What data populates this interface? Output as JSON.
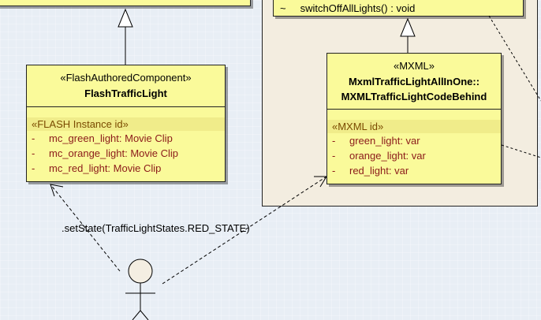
{
  "top_left_class": {},
  "top_right_class": {
    "operation": {
      "visibility": "~",
      "text": "switchOffAllLights() : void"
    }
  },
  "flash_class": {
    "stereotype": "«FlashAuthoredComponent»",
    "name": "FlashTrafficLight",
    "section_header": "«FLASH Instance id»",
    "attributes": [
      {
        "visibility": "-",
        "text": "mc_green_light:  Movie Clip"
      },
      {
        "visibility": "-",
        "text": "mc_orange_light:  Movie Clip"
      },
      {
        "visibility": "-",
        "text": "mc_red_light:  Movie Clip"
      }
    ]
  },
  "mxml_class": {
    "stereotype": "«MXML»",
    "name_line1": "MxmlTrafficLightAllInOne::",
    "name_line2": "MXMLTrafficLightCodeBehind",
    "section_header": "«MXML id»",
    "attributes": [
      {
        "visibility": "-",
        "text": "green_light:  var"
      },
      {
        "visibility": "-",
        "text": "orange_light:  var"
      },
      {
        "visibility": "-",
        "text": "red_light:  var"
      }
    ]
  },
  "message_label": ".setState(TrafficLightStates.RED_STATE)"
}
